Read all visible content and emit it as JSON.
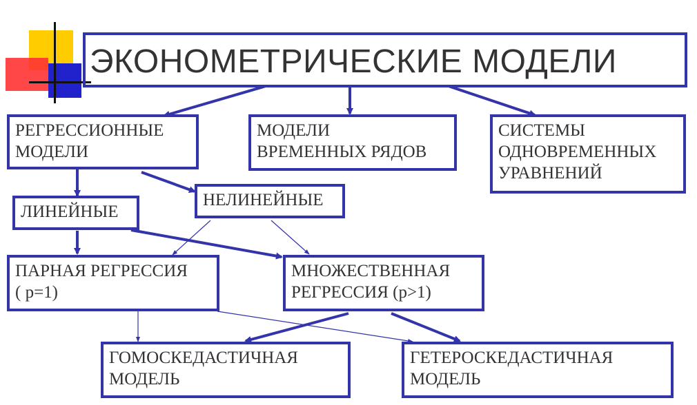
{
  "colors": {
    "border": "#3333aa",
    "arrow": "#3333aa",
    "text": "#333333",
    "deco_yellow": "#ffcc00",
    "deco_red": "#ff3333",
    "deco_blue": "#2222cc"
  },
  "title": "ЭКОНОМЕТРИЧЕСКИЕ МОДЕЛИ",
  "nodes": {
    "regression_models": "РЕГРЕССИОННЫЕ\nМОДЕЛИ",
    "time_series_models": "МОДЕЛИ\nВРЕМЕННЫХ РЯДОВ",
    "simultaneous_systems": "СИСТЕМЫ\nОДНОВРЕМЕННЫХ\n УРАВНЕНИЙ",
    "linear": "ЛИНЕЙНЫЕ",
    "nonlinear": "НЕЛИНЕЙНЫЕ",
    "pair_regression": "ПАРНАЯ РЕГРЕССИЯ\n( p=1)",
    "multiple_regression": "МНОЖЕСТВЕННАЯ\nРЕГРЕССИЯ (p>1)",
    "homoscedastic": "ГОМОСКЕДАСТИЧНАЯ\nМОДЕЛЬ",
    "heteroscedastic": "ГЕТЕРОСКЕДАСТИЧНАЯ\nМОДЕЛЬ"
  },
  "edges": [
    {
      "from": "title",
      "to": "regression_models",
      "style": "thick"
    },
    {
      "from": "title",
      "to": "time_series_models",
      "style": "thick"
    },
    {
      "from": "title",
      "to": "simultaneous_systems",
      "style": "thick"
    },
    {
      "from": "regression_models",
      "to": "linear",
      "style": "thick"
    },
    {
      "from": "regression_models",
      "to": "nonlinear",
      "style": "thick"
    },
    {
      "from": "linear",
      "to": "pair_regression",
      "style": "thick"
    },
    {
      "from": "linear",
      "to": "multiple_regression",
      "style": "thick"
    },
    {
      "from": "nonlinear",
      "to": "pair_regression",
      "style": "thin"
    },
    {
      "from": "nonlinear",
      "to": "multiple_regression",
      "style": "thin"
    },
    {
      "from": "pair_regression",
      "to": "homoscedastic",
      "style": "thin"
    },
    {
      "from": "pair_regression",
      "to": "heteroscedastic",
      "style": "thin"
    },
    {
      "from": "multiple_regression",
      "to": "homoscedastic",
      "style": "thick"
    },
    {
      "from": "multiple_regression",
      "to": "heteroscedastic",
      "style": "thick"
    }
  ]
}
